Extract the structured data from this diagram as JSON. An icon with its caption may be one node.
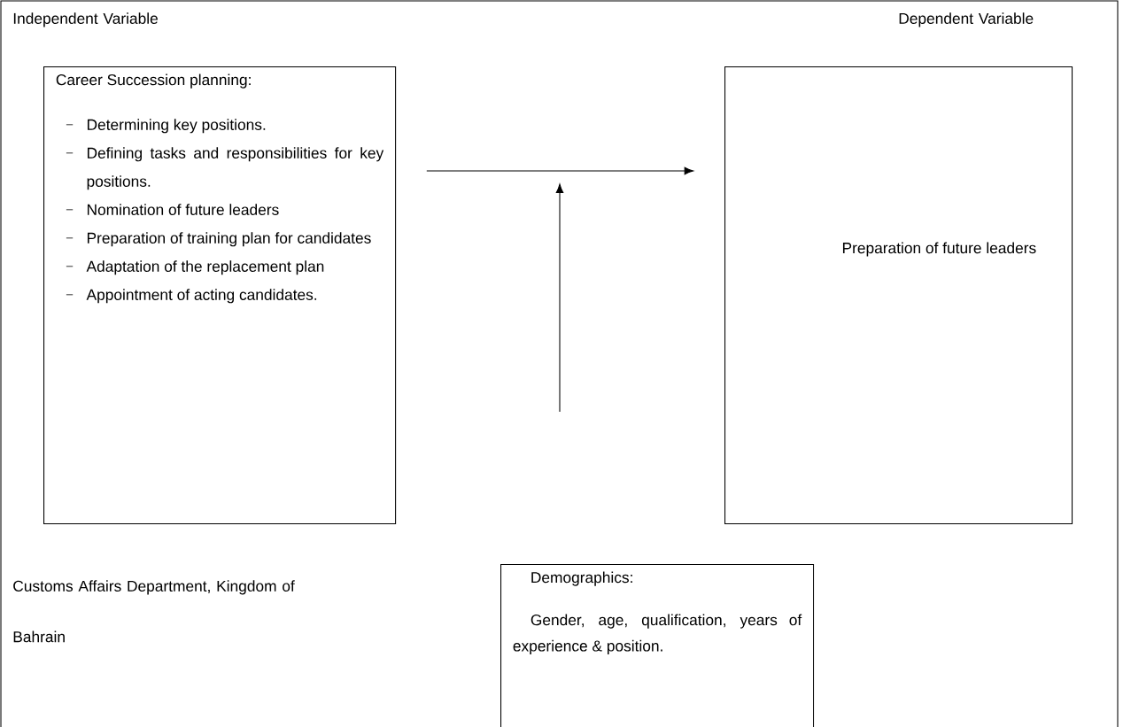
{
  "diagram": {
    "nodes": [
      {
        "text": [
          "Career Succession planning:",
          "Determining key positions.",
          "Defining tasks and responsibilities for key positions.",
          "Nomination of future leaders",
          "Preparation of training plan for candidates",
          "Adaptation of the replacement plan",
          "Appointment of acting candidates."
        ]
      },
      {
        "text": [
          "Preparation of future leaders"
        ]
      },
      {
        "text": [
          "Demographics:",
          "Gender, age, qualification, years of experience & position."
        ]
      }
    ],
    "edges": [
      {
        "from": 0,
        "to": 1,
        "arrow": "to"
      }
    ],
    "labels": [
      "Independent Variable",
      "Dependent Variable",
      "Customs Affairs Department, Kingdom of Bahrain"
    ]
  }
}
